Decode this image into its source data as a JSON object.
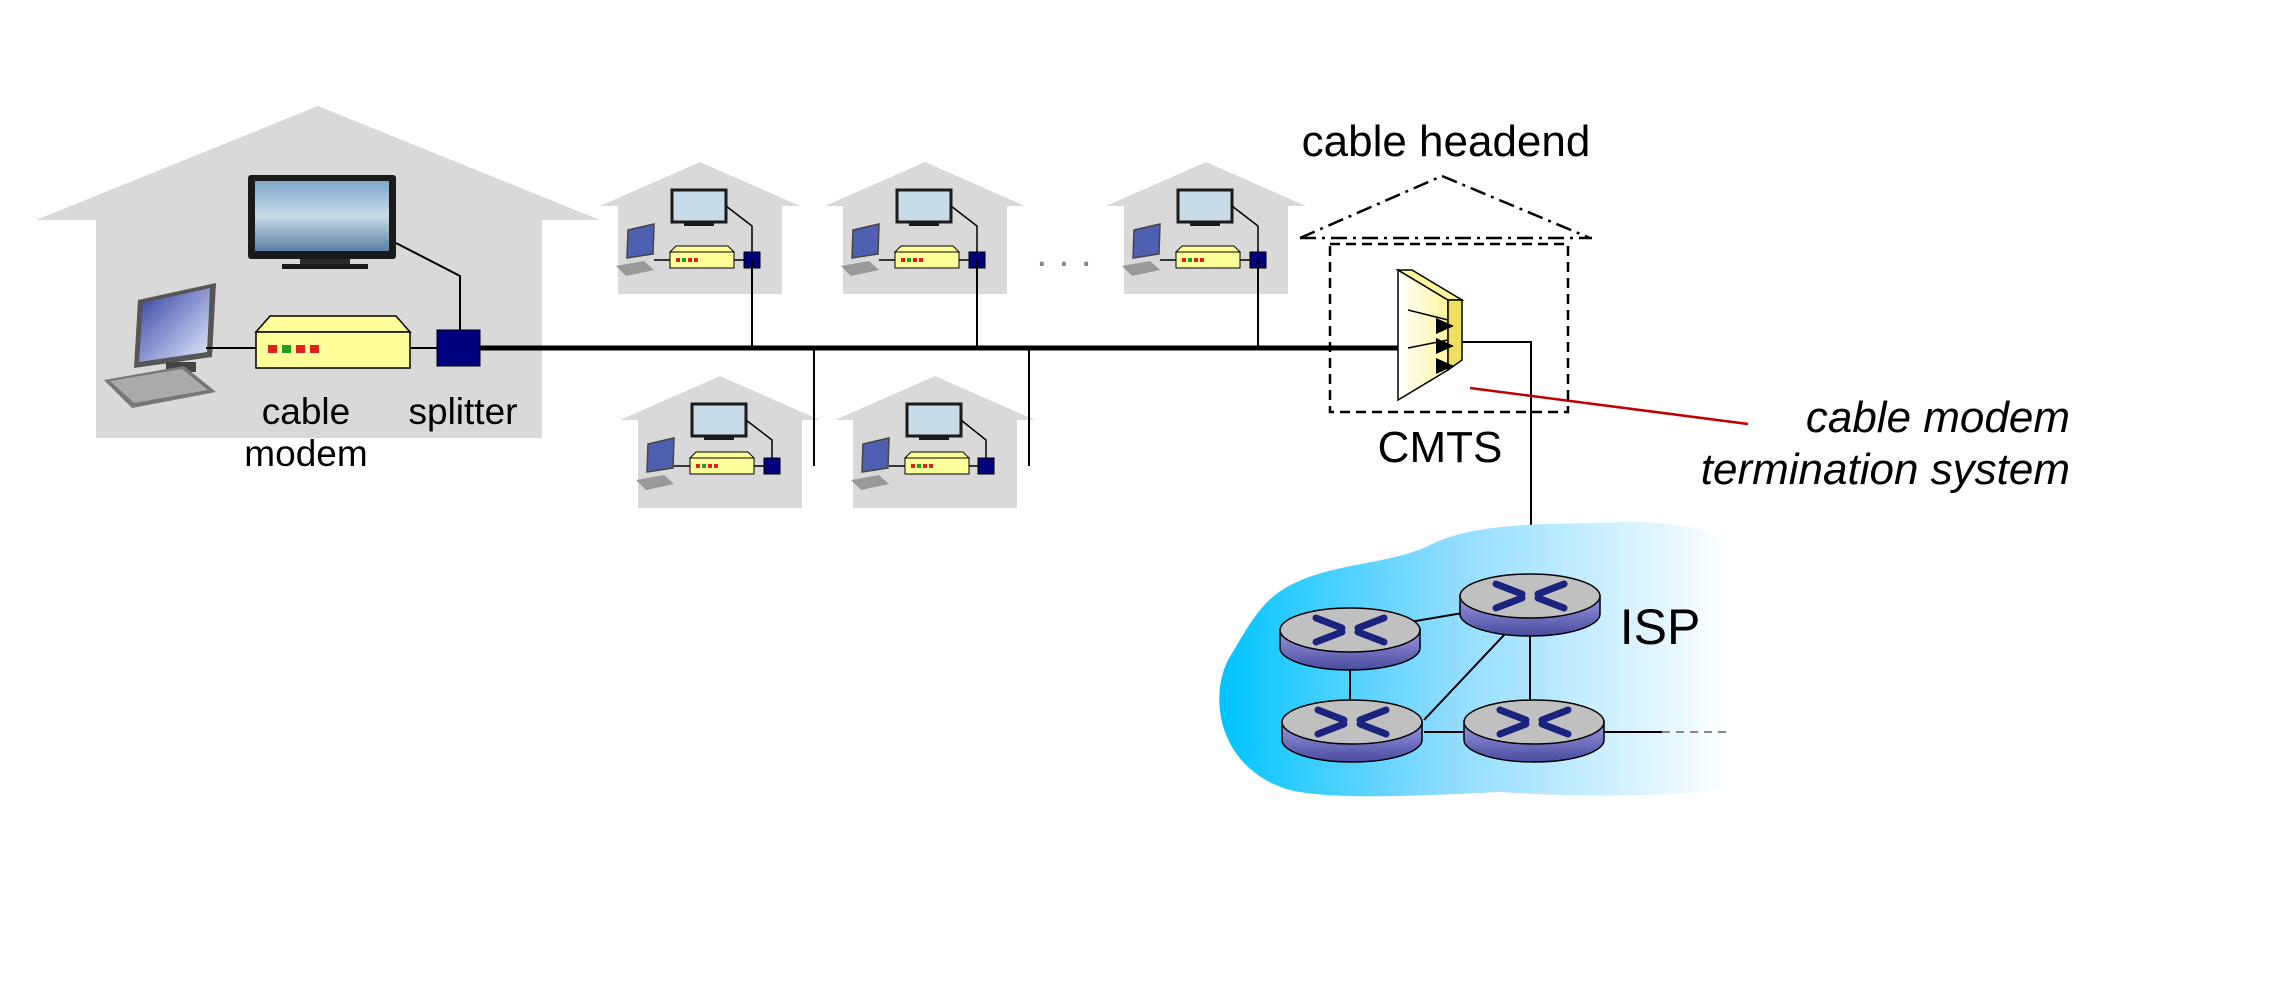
{
  "labels": {
    "cable_modem_line1": "cable",
    "cable_modem_line2": "modem",
    "splitter": "splitter",
    "cable_headend": "cable headend",
    "cmts": "CMTS",
    "cmts_full_line1": "cable modem",
    "cmts_full_line2": "termination system",
    "isp": "ISP",
    "ellipsis": ". . ."
  },
  "colors": {
    "house": "#d9d9d9",
    "modem": "#ffff99",
    "splitter": "#00007f",
    "cable": "#000000",
    "annotation_line": "#c00000",
    "isp_cloud_left": "#00c4ff",
    "isp_cloud_right": "#ffffff",
    "router_top": "#c0c0c0",
    "router_side": "#7070c0",
    "router_arrows": "#1a237e"
  },
  "icons": {
    "house": "house-icon",
    "tv": "tv-icon",
    "pc": "desktop-computer-icon",
    "modem": "cable-modem-icon",
    "splitter": "splitter-icon",
    "cmts": "cmts-icon",
    "router": "router-icon",
    "cloud": "isp-cloud-icon"
  }
}
